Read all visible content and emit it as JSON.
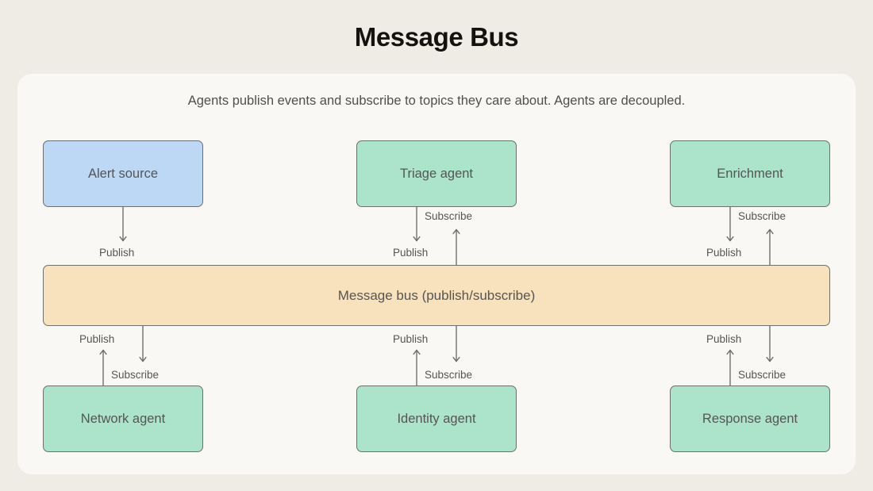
{
  "page": {
    "title": "Message Bus",
    "subtitle": "Agents publish events and subscribe to topics they care about. Agents are decoupled.",
    "background_color": "#efece5",
    "card_color": "#faf8f4",
    "text_color": "#555555"
  },
  "bus": {
    "label": "Message bus (publish/subscribe)",
    "color": "#f8e2bd"
  },
  "colors": {
    "source": "#bcd8f5",
    "agent": "#ace3cb",
    "bus": "#f8e2bd",
    "border": "#6e6e6e",
    "title": "#14120f"
  },
  "producers": [
    {
      "id": "alert-source",
      "label": "Alert source",
      "color": "#bcd8f5",
      "edges": [
        {
          "label": "Publish",
          "direction": "down"
        }
      ]
    },
    {
      "id": "triage-agent",
      "label": "Triage agent",
      "color": "#ace3cb",
      "edges": [
        {
          "label": "Publish",
          "direction": "down"
        },
        {
          "label": "Subscribe",
          "direction": "up"
        }
      ]
    },
    {
      "id": "enrichment",
      "label": "Enrichment",
      "color": "#ace3cb",
      "edges": [
        {
          "label": "Publish",
          "direction": "down"
        },
        {
          "label": "Subscribe",
          "direction": "up"
        }
      ]
    }
  ],
  "consumers": [
    {
      "id": "network-agent",
      "label": "Network agent",
      "color": "#ace3cb",
      "edges": [
        {
          "label": "Publish",
          "direction": "up"
        },
        {
          "label": "Subscribe",
          "direction": "down"
        }
      ]
    },
    {
      "id": "identity-agent",
      "label": "Identity agent",
      "color": "#ace3cb",
      "edges": [
        {
          "label": "Publish",
          "direction": "up"
        },
        {
          "label": "Subscribe",
          "direction": "down"
        }
      ]
    },
    {
      "id": "response-agent",
      "label": "Response agent",
      "color": "#ace3cb",
      "edges": [
        {
          "label": "Publish",
          "direction": "up"
        },
        {
          "label": "Subscribe",
          "direction": "down"
        }
      ]
    }
  ]
}
